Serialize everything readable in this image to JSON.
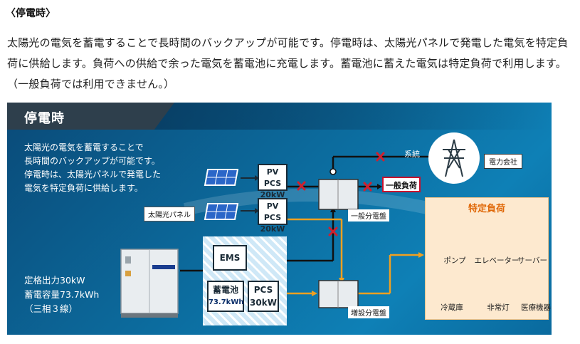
{
  "heading": "〈停電時〉",
  "intro": "太陽光の電気を蓄電することで長時間のバックアップが可能です。停電時は、太陽光パネルで発電した電気を特定負荷に供給します。負荷への供給で余った電気を蓄電池に充電します。蓄電池に蓄えた電気は特定負荷で利用します。（一般負荷では利用できません。）",
  "diagram": {
    "title": "停電時",
    "description": "太陽光の電気を蓄電することで\n長時間のバックアップが可能です。\n停電時は、太陽光パネルで発電した\n電気を特定負荷に供給します。",
    "spec": "定格出力30kW\n蓄電容量73.7kWh\n（三相３線）",
    "pv_pcs_1": {
      "name": "PV PCS",
      "capacity": "20kW"
    },
    "pv_pcs_2": {
      "name": "PV PCS",
      "capacity": "20kW"
    },
    "solar_panel_label": "太陽光パネル",
    "grid_line_label": "系統",
    "power_company_label": "電力会社",
    "general_load_label": "一般負荷",
    "general_panel_label": "一般分電盤",
    "extension_panel_label": "増設分電盤",
    "ems_label": "EMS",
    "battery": {
      "name": "蓄電池",
      "capacity": "73.7kWh"
    },
    "pcs": {
      "name": "PCS",
      "capacity": "30kW"
    },
    "special_load": {
      "title": "特定負荷",
      "devices": [
        "ポンプ",
        "エレベーター",
        "サーバー",
        "冷蔵庫",
        "非常灯",
        "医療機器"
      ]
    },
    "colors": {
      "accent_orange": "#f0a020",
      "block_red": "#d0202e",
      "line_dark": "#111111"
    }
  }
}
